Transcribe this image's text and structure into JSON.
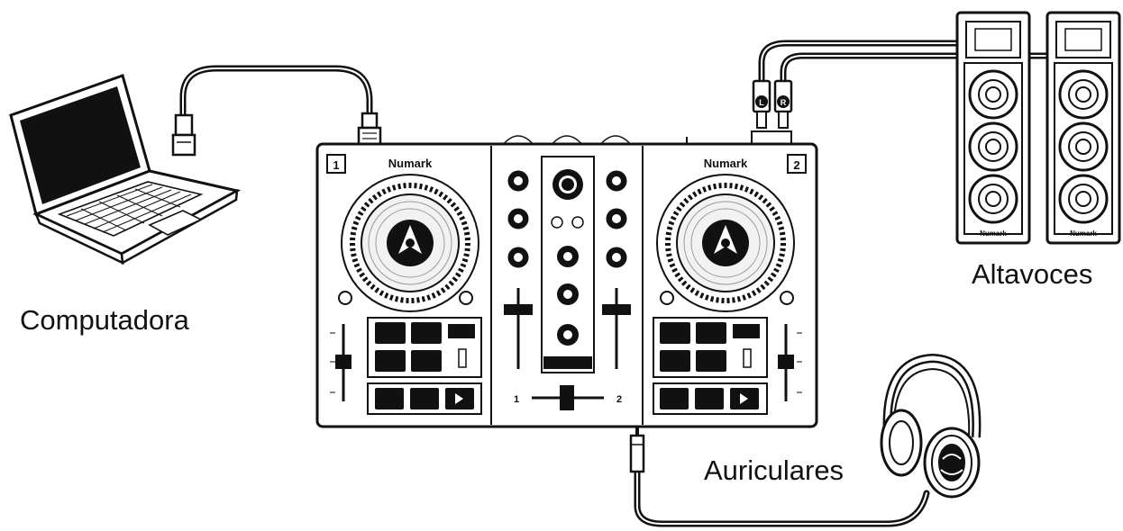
{
  "labels": {
    "computer": "Computadora",
    "speakers": "Altavoces",
    "headphones": "Auriculares"
  },
  "controller": {
    "brand": "Numark",
    "deck_left_number": "1",
    "deck_right_number": "2",
    "crossfader_left": "1",
    "crossfader_right": "2"
  },
  "speaker_brand": "Numark",
  "jack_labels": {
    "left": "L",
    "right": "R"
  },
  "colors": {
    "line": "#111111",
    "background": "#ffffff"
  }
}
